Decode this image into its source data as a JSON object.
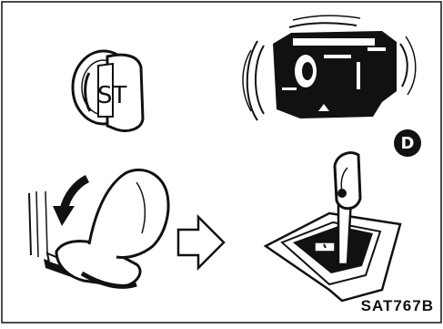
{
  "figure": {
    "key_label": "ST",
    "gear_badge": "D",
    "figure_code": "SAT767B"
  },
  "colors": {
    "ink": "#111111",
    "paper": "#ffffff"
  },
  "icons": [
    "ignition-key-icon",
    "engine-icon",
    "foot-on-brake-pedal-icon",
    "right-arrow-icon",
    "selector-lever-icon",
    "gear-d-badge-icon"
  ]
}
